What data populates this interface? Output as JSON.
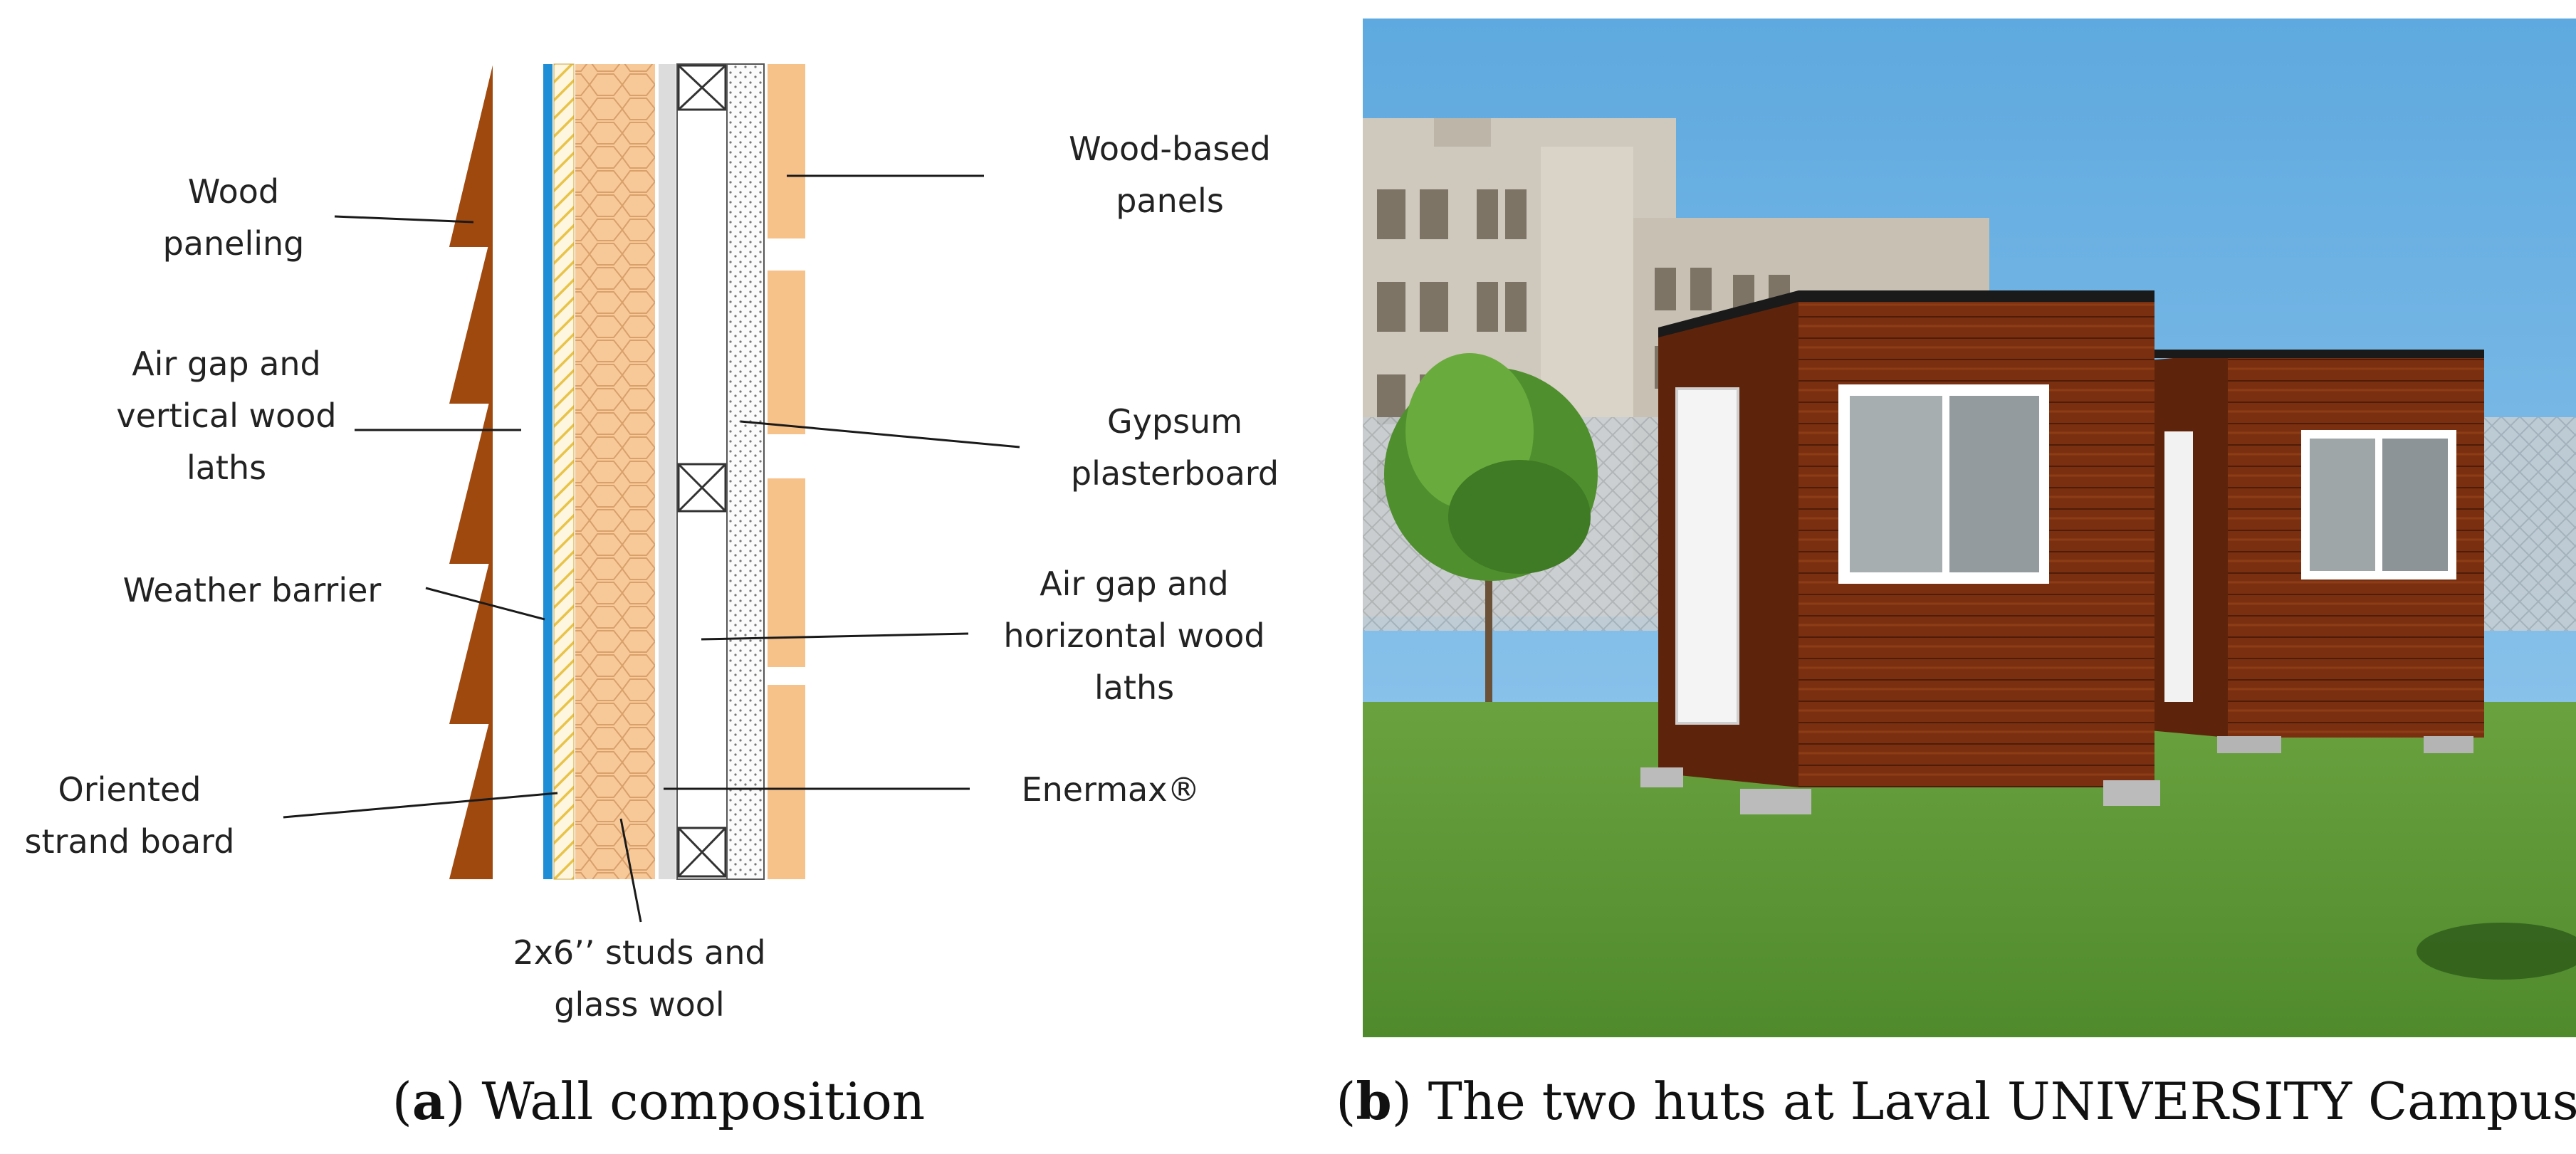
{
  "panel_a": {
    "caption_letter": "a",
    "caption_text": "Wall composition",
    "labels": {
      "wood_paneling_1": "Wood",
      "wood_paneling_2": "paneling",
      "air_gap_vertical_1": "Air gap and",
      "air_gap_vertical_2": "vertical wood",
      "air_gap_vertical_3": "laths",
      "weather_barrier": "Weather barrier",
      "osb_1": "Oriented",
      "osb_2": "strand board",
      "studs_1": "2x6’’ studs and",
      "studs_2": "glass wool",
      "wood_panels_1": "Wood-based",
      "wood_panels_2": "panels",
      "gypsum_1": "Gypsum",
      "gypsum_2": "plasterboard",
      "air_gap_horizontal_1": "Air gap and",
      "air_gap_horizontal_2": "horizontal wood",
      "air_gap_horizontal_3": "laths",
      "enermax": "Enermax®"
    },
    "colors": {
      "wood_paneling": "#a0490f",
      "weather_barrier": "#1e8fd6",
      "glass_wool": "#f7c999",
      "wood_panels": "#f7c18a",
      "gypsum": "#fafafa",
      "enermax": "#dcdcdc"
    }
  },
  "panel_b": {
    "caption_letter": "b",
    "caption_text": "The two huts at Laval UNIVERSITY Campus",
    "colors": {
      "sky": "#6fb4e3",
      "grass": "#5d9436",
      "hut_wood": "#7a3010",
      "building": "#cfc8bc"
    }
  }
}
